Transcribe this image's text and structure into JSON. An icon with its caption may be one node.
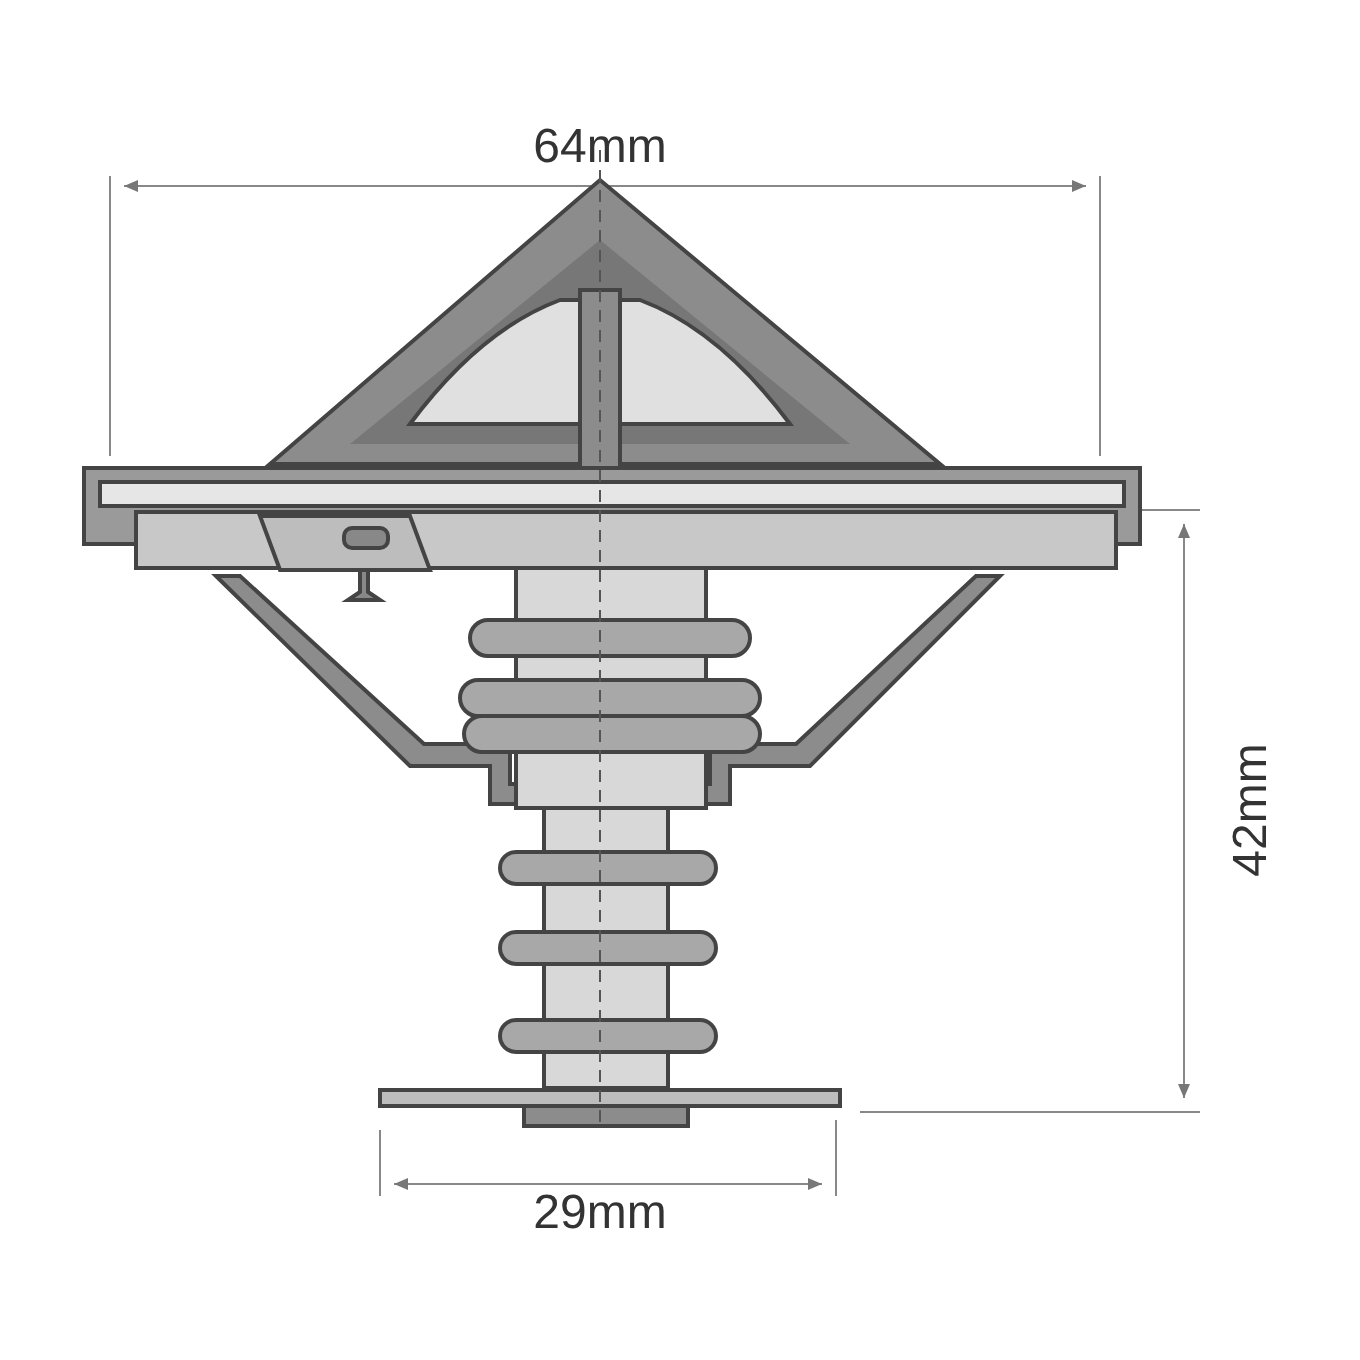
{
  "diagram": {
    "labels": [
      "64mm",
      "42mm",
      "29mm"
    ]
  }
}
